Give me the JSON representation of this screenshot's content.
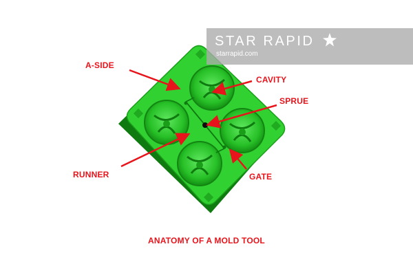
{
  "labels": {
    "a_side": "A-SIDE",
    "cavity": "CAVITY",
    "sprue": "SPRUE",
    "runner": "RUNNER",
    "gate": "GATE"
  },
  "caption": "ANATOMY OF A MOLD TOOL",
  "watermark": {
    "brand": "STAR RAPID",
    "url": "starrapid.com"
  },
  "colors": {
    "label": "#e8141b",
    "mold_green": "#2fcf2f",
    "mold_dark": "#159a15",
    "watermark_bg": "#aaaaaa"
  }
}
